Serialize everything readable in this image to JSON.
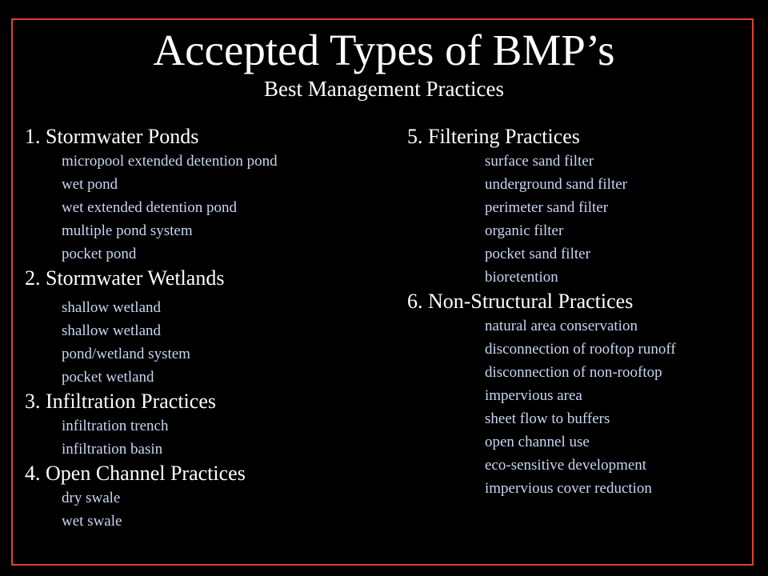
{
  "slide": {
    "title": "Accepted Types of BMP’s",
    "subtitle": "Best Management Practices"
  },
  "left_column": [
    {
      "heading": "1. Stormwater Ponds",
      "items": [
        "micropool extended detention pond",
        "wet pond",
        "wet extended detention pond",
        "multiple pond system",
        "pocket pond"
      ]
    },
    {
      "heading": "2. Stormwater Wetlands",
      "items": [
        "shallow wetland",
        "shallow wetland",
        "pond/wetland system",
        "pocket wetland"
      ]
    },
    {
      "heading": "3. Infiltration Practices",
      "items": [
        "infiltration trench",
        "infiltration basin"
      ]
    },
    {
      "heading": "4. Open Channel Practices",
      "items": [
        "dry swale",
        "wet swale"
      ]
    }
  ],
  "right_column": [
    {
      "heading": "5. Filtering Practices",
      "items": [
        "surface sand filter",
        "underground sand filter",
        "perimeter sand filter",
        "organic filter",
        "pocket sand filter",
        "bioretention"
      ]
    },
    {
      "heading": "6. Non-Structural Practices",
      "items": [
        "natural area conservation",
        "disconnection of rooftop runoff",
        "disconnection of non-rooftop",
        "impervious area",
        "sheet flow to buffers",
        "open channel use",
        "eco-sensitive development",
        "impervious cover reduction"
      ]
    }
  ],
  "colors": {
    "background": "#000000",
    "frame_border": "#e0432a",
    "heading_text": "#ffffff",
    "item_text": "#c8d6f2"
  }
}
